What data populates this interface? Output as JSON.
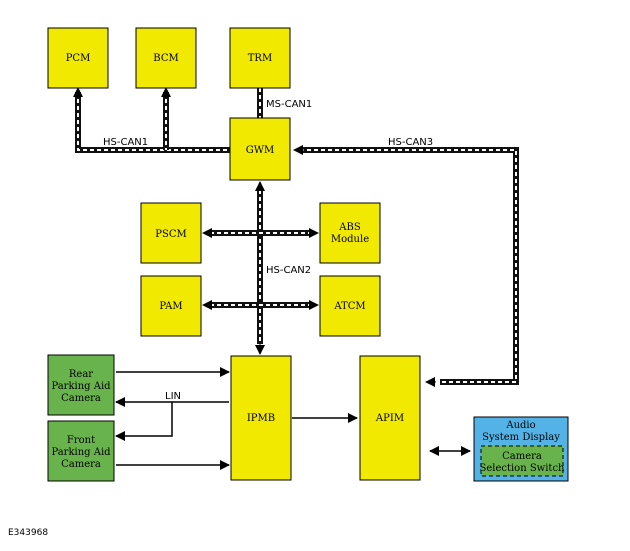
{
  "colors": {
    "module_fill": "#f1e900",
    "camera_fill": "#69b34c",
    "display_fill": "#54b3e6",
    "bus_dark": "#111111",
    "bus_light": "#ffffff"
  },
  "modules": {
    "pcm": "PCM",
    "bcm": "BCM",
    "trm": "TRM",
    "gwm": "GWM",
    "pscm": "PSCM",
    "abs_line1": "ABS",
    "abs_line2": "Module",
    "pam": "PAM",
    "atcm": "ATCM",
    "ipmb": "IPMB",
    "apim": "APIM",
    "rear_cam_line1": "Rear",
    "rear_cam_line2": "Parking Aid",
    "rear_cam_line3": "Camera",
    "front_cam_line1": "Front",
    "front_cam_line2": "Parking Aid",
    "front_cam_line3": "Camera",
    "display_line1": "Audio",
    "display_line2": "System Display",
    "switch_line1": "Camera",
    "switch_line2": "Selection Switch"
  },
  "networks": {
    "hs_can1": "HS-CAN1",
    "hs_can2": "HS-CAN2",
    "hs_can3": "HS-CAN3",
    "ms_can1": "MS-CAN1",
    "lin": "LIN"
  },
  "figure_id": "E343968"
}
